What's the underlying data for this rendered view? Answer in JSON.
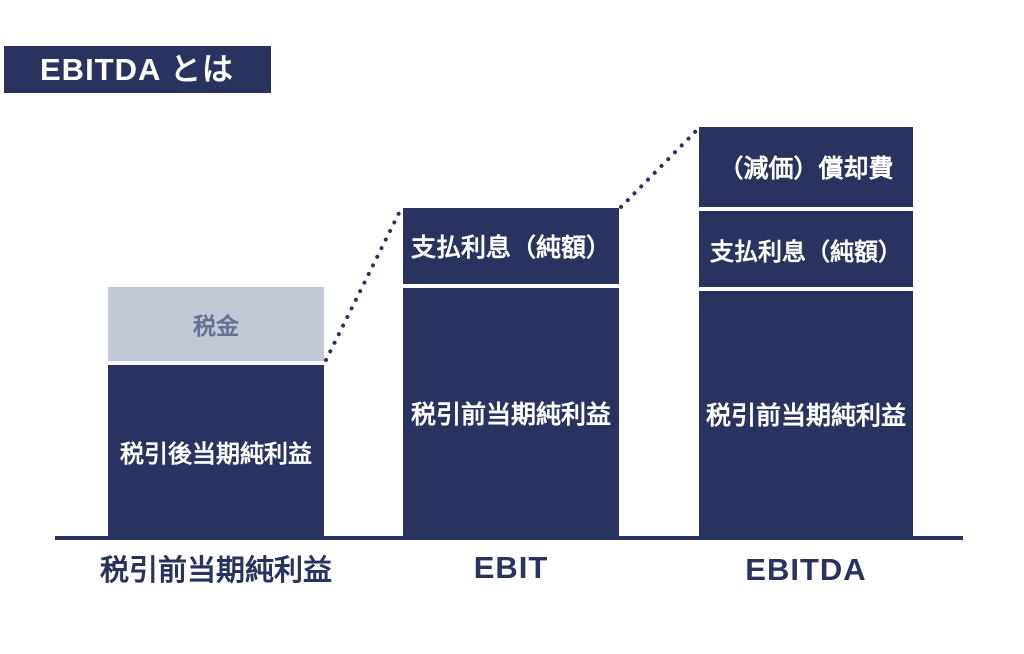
{
  "title": "EBITDA とは",
  "colors": {
    "navy": "#2a335f",
    "segment_gray": "#c3c8d5",
    "gray_segment_text": "#677091",
    "segment_text": "#ffffff",
    "background": "#ffffff"
  },
  "bars": [
    {
      "label": "税引前当期純利益",
      "segments": [
        {
          "text": "税金",
          "style": "gray"
        },
        {
          "text": "税引後当期純利益",
          "style": "navy"
        }
      ]
    },
    {
      "label": "EBIT",
      "segments": [
        {
          "text": "支払利息（純額）",
          "style": "navy"
        },
        {
          "text": "税引前当期純利益",
          "style": "navy"
        }
      ]
    },
    {
      "label": "EBITDA",
      "segments": [
        {
          "text": "（減価）償却費",
          "style": "navy"
        },
        {
          "text": "支払利息（純額）",
          "style": "navy"
        },
        {
          "text": "税引前当期純利益",
          "style": "navy"
        }
      ]
    }
  ],
  "chart_data": {
    "type": "bar",
    "subtype": "stacked-conceptual",
    "title": "EBITDA とは",
    "categories": [
      "税引前当期純利益",
      "EBIT",
      "EBITDA"
    ],
    "axis": "none (conceptual diagram, no numeric scale)",
    "series": [
      {
        "name": "税引後当期純利益",
        "values_relative": [
          172,
          0,
          0
        ]
      },
      {
        "name": "税金",
        "values_relative": [
          74,
          0,
          0
        ]
      },
      {
        "name": "税引前当期純利益",
        "values_relative": [
          0,
          249,
          246
        ]
      },
      {
        "name": "支払利息（純額）",
        "values_relative": [
          0,
          76,
          76
        ]
      },
      {
        "name": "（減価）償却費",
        "values_relative": [
          0,
          0,
          80
        ]
      }
    ],
    "annotations": [
      "dotted connector from top of bar1 to top of bar2",
      "dotted connector from top of bar2 to top of bar3"
    ]
  }
}
